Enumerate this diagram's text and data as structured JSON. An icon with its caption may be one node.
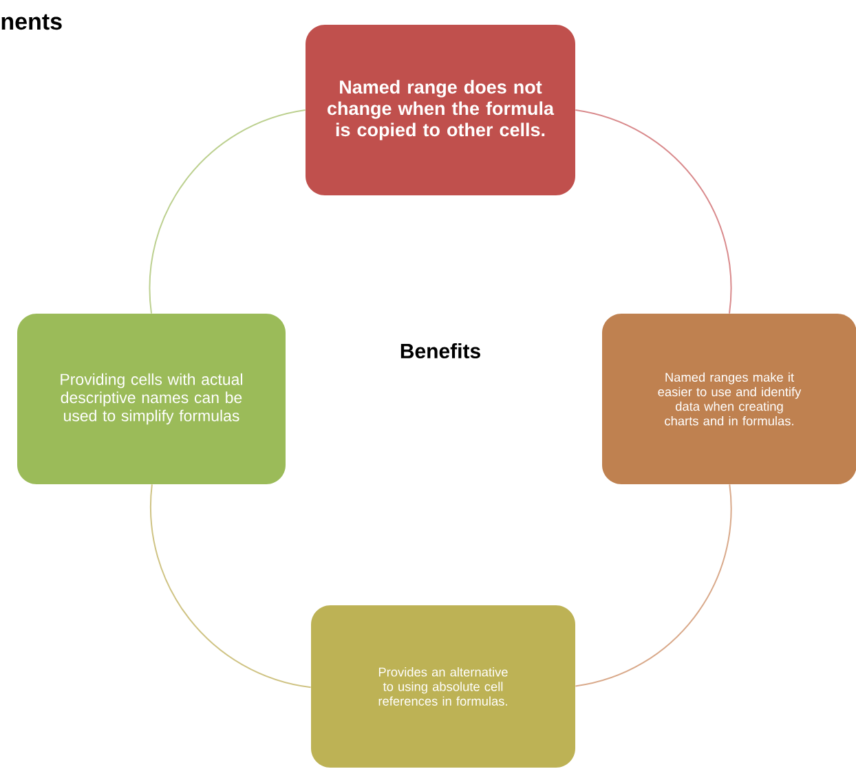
{
  "diagram": {
    "nodes": [
      {
        "text": [
          "Named range does not change when the formula is copied to other cells."
        ]
      },
      {
        "text": [
          "Providing cells with actual descriptive names can be used to simplify formulas"
        ]
      },
      {
        "text": [
          "Named ranges make it easier to use and identify data when creating charts and in formulas."
        ]
      },
      {
        "text": [
          "Provides an alternative to using absolute cell references in formulas."
        ]
      }
    ],
    "edges": [
      {
        "from": 0,
        "to": 2,
        "arrow": "none",
        "color": "#d98a8c"
      },
      {
        "from": 2,
        "to": 3,
        "arrow": "none",
        "color": "#d9a98a"
      },
      {
        "from": 3,
        "to": 1,
        "arrow": "none",
        "color": "#cfc383"
      },
      {
        "from": 1,
        "to": 0,
        "arrow": "none",
        "color": "#bcd08f"
      }
    ],
    "labels": [
      "nents",
      "Benefits"
    ]
  }
}
